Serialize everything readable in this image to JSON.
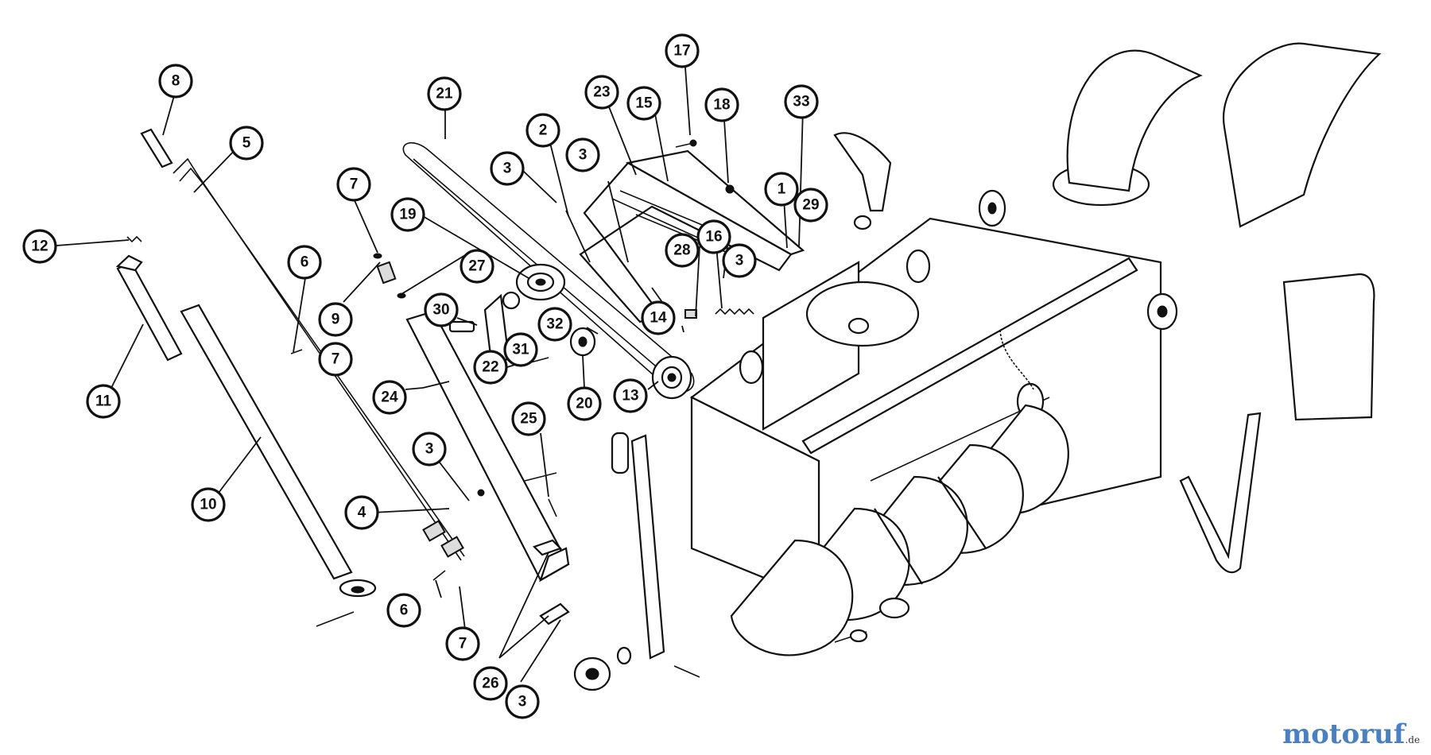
{
  "watermark": {
    "brand_main": "motoruf",
    "brand_accent": "",
    "brand_tld": ".de"
  },
  "callouts": [
    "8",
    "5",
    "12",
    "11",
    "10",
    "6",
    "9",
    "7",
    "27",
    "30",
    "31",
    "22",
    "24",
    "19",
    "21",
    "3",
    "2",
    "32",
    "20",
    "13",
    "23",
    "15",
    "17",
    "18",
    "33",
    "1",
    "29",
    "28",
    "16",
    "14",
    "25",
    "4",
    "26"
  ]
}
